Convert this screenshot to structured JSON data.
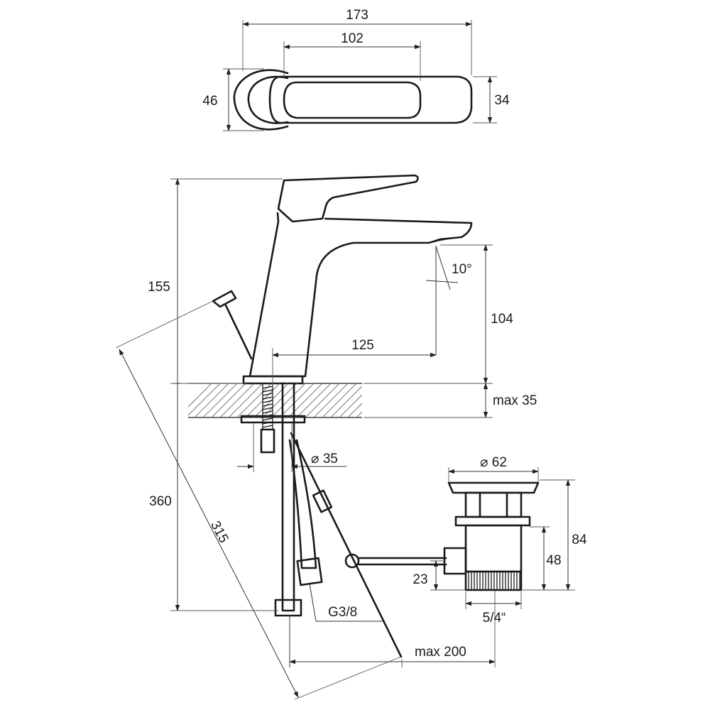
{
  "labels": {
    "top_width_overall": "173",
    "top_width_lever": "102",
    "top_height_left": "46",
    "top_height_right": "34",
    "height_upper": "155",
    "height_total": "360",
    "spout_height": "104",
    "spout_reach": "125",
    "spout_angle": "10°",
    "countertop_thickness": "max 35",
    "hole_diameter": "⌀ 35",
    "rod_length": "315",
    "thread_size": "G3/8",
    "rod_reach": "max 200",
    "drain_diameter": "⌀ 62",
    "drain_height": "84",
    "drain_thread_height": "48",
    "drain_offset": "23",
    "drain_thread_size": "5/4“"
  }
}
